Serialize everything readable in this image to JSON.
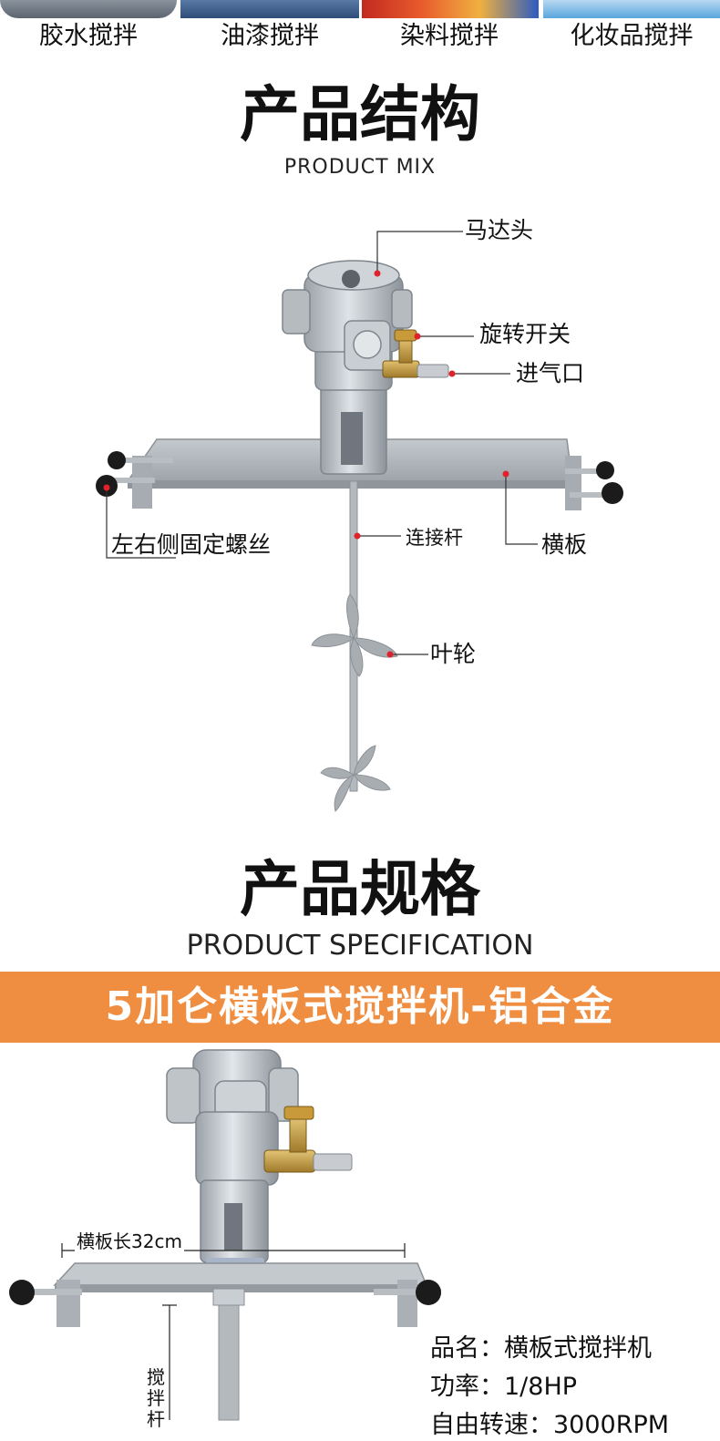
{
  "applications": {
    "items": [
      {
        "label": "胶水搅拌",
        "photo_color": "#6d7682"
      },
      {
        "label": "油漆搅拌",
        "photo_color": "#3e5e8a"
      },
      {
        "label": "染料搅拌",
        "photo_color": "#d6402c"
      },
      {
        "label": "化妆品搅拌",
        "photo_color": "#5aa6dd"
      }
    ]
  },
  "structure": {
    "title": "产品结构",
    "subtitle": "PRODUCT MIX",
    "callouts": {
      "motor_head": "马达头",
      "rotary_switch": "旋转开关",
      "air_inlet": "进气口",
      "side_screws": "左右侧固定螺丝",
      "connecting_rod": "连接杆",
      "cross_plate": "横板",
      "impeller": "叶轮"
    },
    "callout_color": "#e0232b"
  },
  "specification": {
    "title": "产品规格",
    "subtitle": "PRODUCT SPECIFICATION",
    "banner": "5加仑横板式搅拌机-铝合金",
    "banner_color": "#ef8d40",
    "plate_length": "横板长32cm",
    "rod_label": "搅拌杆",
    "specs": [
      "品名：横板式搅拌机",
      "功率：1/8HP",
      "自由转速：3000RPM"
    ]
  }
}
